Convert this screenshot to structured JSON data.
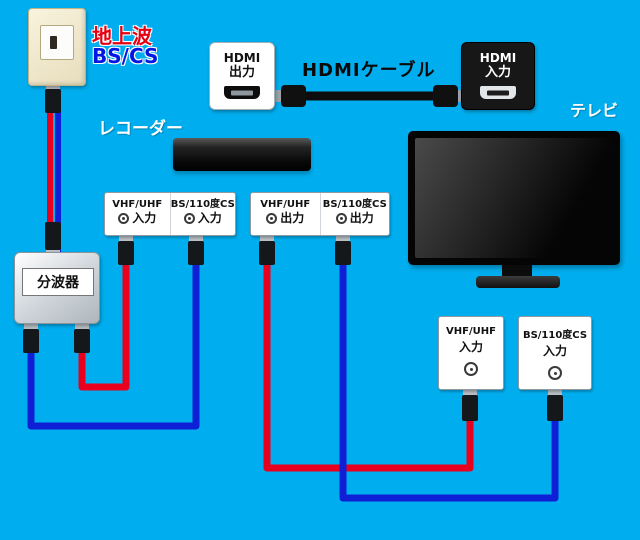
{
  "colors": {
    "background": "#00aeef",
    "cable_red": "#e8001e",
    "cable_blue": "#0f1fd6",
    "hdmi_cable": "#0d0d0d"
  },
  "antenna_outlet": {
    "label_terrestrial": "地上波",
    "label_satellite": "BS/CS"
  },
  "splitter": {
    "label": "分波器"
  },
  "recorder": {
    "label": "レコーダー",
    "input_terminals": [
      {
        "name": "VHF/UHF",
        "port": "入力"
      },
      {
        "name": "BS/110度CS",
        "port": "入力"
      }
    ],
    "output_terminals": [
      {
        "name": "VHF/UHF",
        "port": "出力"
      },
      {
        "name": "BS/110度CS",
        "port": "出力"
      }
    ]
  },
  "hdmi": {
    "cable_label": "HDMIケーブル",
    "output_port": {
      "line1": "HDMI",
      "line2": "出力"
    },
    "input_port": {
      "line1": "HDMI",
      "line2": "入力"
    }
  },
  "tv": {
    "label": "テレビ",
    "input_terminals": [
      {
        "name": "VHF/UHF",
        "port": "入力"
      },
      {
        "name": "BS/110度CS",
        "port": "入力"
      }
    ]
  }
}
